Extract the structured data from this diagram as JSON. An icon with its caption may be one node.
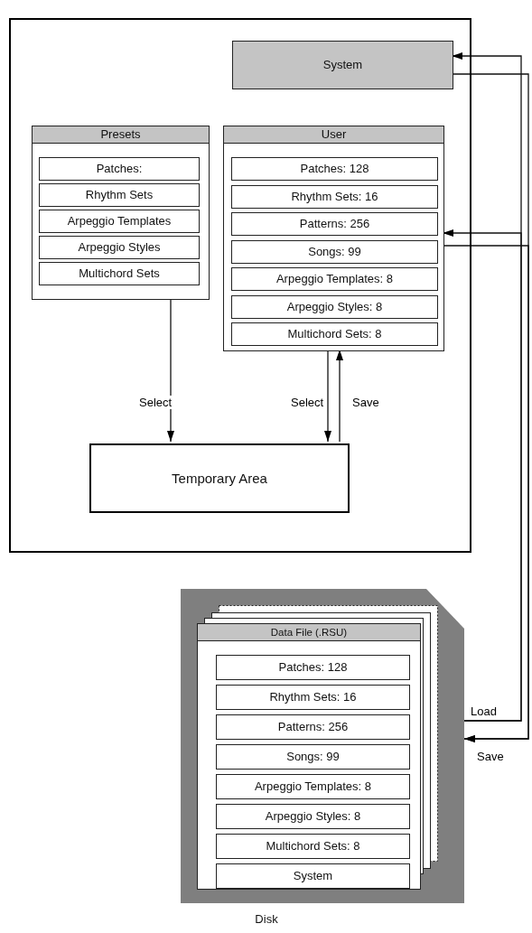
{
  "diagram": {
    "nodes": [
      {
        "text": [],
        "shape": "box"
      },
      {
        "text": [
          "System"
        ],
        "in": 0
      },
      {
        "text": [
          "Presets"
        ],
        "in": 0
      },
      {
        "text": [
          "Patches:"
        ],
        "in": 2
      },
      {
        "text": [
          "Rhythm Sets"
        ],
        "in": 2
      },
      {
        "text": [
          "Arpeggio Templates"
        ],
        "in": 2
      },
      {
        "text": [
          "Arpeggio Styles"
        ],
        "in": 2
      },
      {
        "text": [
          "Multichord Sets"
        ],
        "in": 2
      },
      {
        "text": [
          "User"
        ],
        "in": 0
      },
      {
        "text": [
          "Patches: 128"
        ],
        "in": 8
      },
      {
        "text": [
          "Rhythm Sets: 16"
        ],
        "in": 8
      },
      {
        "text": [
          "Patterns: 256"
        ],
        "in": 8
      },
      {
        "text": [
          "Songs: 99"
        ],
        "in": 8
      },
      {
        "text": [
          "Arpeggio Templates: 8"
        ],
        "in": 8
      },
      {
        "text": [
          "Arpeggio Styles: 8"
        ],
        "in": 8
      },
      {
        "text": [
          "Multichord Sets: 8"
        ],
        "in": 8
      },
      {
        "text": [
          "Temporary Area"
        ],
        "in": 0
      },
      {
        "text": [
          "Disk"
        ]
      },
      {
        "text": [
          "Data File (.RSU)"
        ],
        "in": 17
      },
      {
        "text": [
          "Patches: 128"
        ],
        "in": 18
      },
      {
        "text": [
          "Rhythm Sets: 16"
        ],
        "in": 18
      },
      {
        "text": [
          "Patterns: 256"
        ],
        "in": 18
      },
      {
        "text": [
          "Songs: 99"
        ],
        "in": 18
      },
      {
        "text": [
          "Arpeggio Templates: 8"
        ],
        "in": 18
      },
      {
        "text": [
          "Arpeggio Styles: 8"
        ],
        "in": 18
      },
      {
        "text": [
          "Multichord Sets: 8"
        ],
        "in": 18
      },
      {
        "text": [
          "System"
        ],
        "in": 18
      }
    ],
    "edges": [
      {
        "from": 2,
        "to": 16,
        "arrow": "to",
        "label": "Select"
      },
      {
        "from": 8,
        "to": 16,
        "arrow": "to",
        "label": "Select"
      },
      {
        "from": 16,
        "to": 8,
        "arrow": "to",
        "label": "Save"
      },
      {
        "from": 17,
        "to": 1,
        "arrow": "to",
        "label": "Load"
      },
      {
        "from": 17,
        "to": 8,
        "arrow": "to"
      },
      {
        "from": 1,
        "to": 17,
        "arrow": "to",
        "label": "Save"
      },
      {
        "from": 8,
        "to": 17,
        "arrow": "to"
      }
    ]
  }
}
